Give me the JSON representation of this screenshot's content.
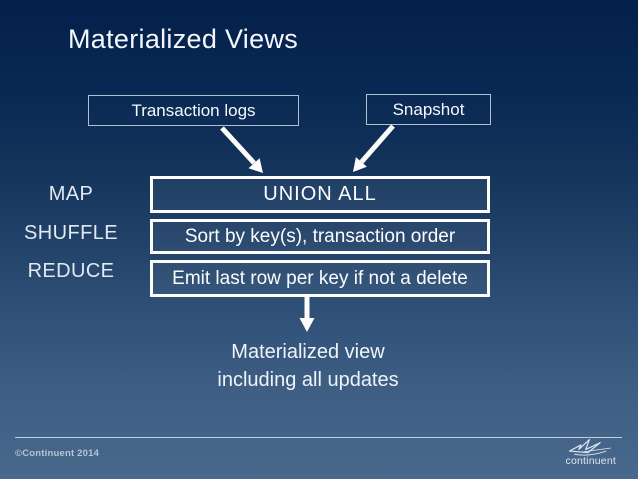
{
  "slide": {
    "title": "Materialized Views",
    "sources": [
      {
        "label": "Transaction logs"
      },
      {
        "label": "Snapshot"
      }
    ],
    "stages": [
      {
        "phase": "MAP",
        "step": "UNION ALL"
      },
      {
        "phase": "SHUFFLE",
        "step": "Sort by key(s), transaction order"
      },
      {
        "phase": "REDUCE",
        "step": "Emit last row per key if not a delete"
      }
    ],
    "result": {
      "line1": "Materialized view",
      "line2": "including all updates"
    },
    "footer": {
      "copyright": "©Continuent 2014",
      "logo_text": "continuent"
    },
    "icons": {
      "arrow_left_source": "arrow-down-right",
      "arrow_right_source": "arrow-down-left",
      "arrow_result": "arrow-down",
      "logo_bird": "origami-swallow"
    },
    "colors": {
      "bg_top": "#04204b",
      "bg_bottom": "#48688c",
      "proc_border": "#fdfdfd",
      "source_border": "#becdde",
      "text": "#f6f9fc",
      "label_text": "#e1e9f2",
      "footer_text": "#b6c5d6"
    }
  }
}
